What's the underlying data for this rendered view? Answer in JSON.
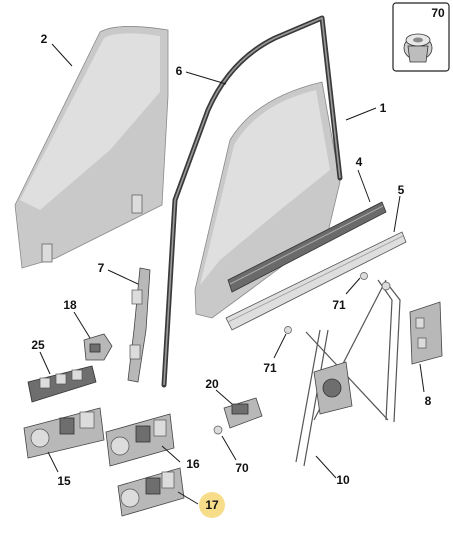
{
  "callouts": [
    {
      "id": "2",
      "label": "2"
    },
    {
      "id": "6",
      "label": "6"
    },
    {
      "id": "1",
      "label": "1"
    },
    {
      "id": "4",
      "label": "4"
    },
    {
      "id": "5",
      "label": "5"
    },
    {
      "id": "7",
      "label": "7"
    },
    {
      "id": "18",
      "label": "18"
    },
    {
      "id": "25",
      "label": "25"
    },
    {
      "id": "71a",
      "label": "71"
    },
    {
      "id": "71b",
      "label": "71"
    },
    {
      "id": "20",
      "label": "20"
    },
    {
      "id": "70a",
      "label": "70"
    },
    {
      "id": "70b",
      "label": "70"
    },
    {
      "id": "8",
      "label": "8"
    },
    {
      "id": "15",
      "label": "15"
    },
    {
      "id": "16",
      "label": "16"
    },
    {
      "id": "10",
      "label": "10"
    },
    {
      "id": "17",
      "label": "17"
    }
  ],
  "highlight": {
    "callout": "17",
    "color": "#f7dc8a"
  }
}
